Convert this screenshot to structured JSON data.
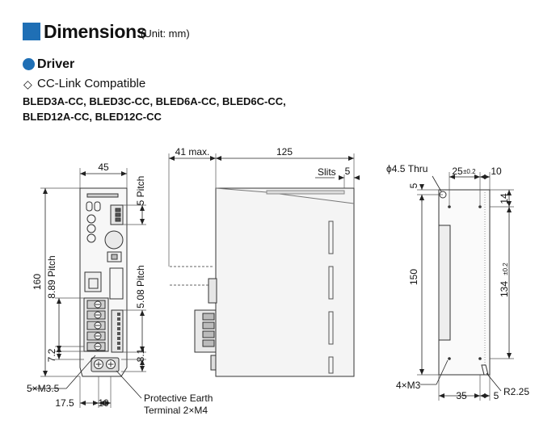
{
  "header": {
    "title": "Dimensions",
    "unit": "(Unit: mm)",
    "subtitle": "Driver",
    "compat_icon": "diamond-outline-icon",
    "compatible": "CC-Link Compatible",
    "models_line1": "BLED3A-CC, BLED3C-CC, BLED6A-CC, BLED6C-CC,",
    "models_line2": "BLED12A-CC, BLED12C-CC"
  },
  "colors": {
    "accent": "#1f6fb5",
    "line": "#333333",
    "body_fill": "#eeeeee",
    "panel_fill": "#d9d9d9"
  },
  "front_view": {
    "width": "45",
    "height": "160",
    "pitch_top": "5 Pitch",
    "pitch_mid": "5.08 Pitch",
    "pitch_left": "8.89 Pitch",
    "dim_7_2": "7.2",
    "dim_8_1": "8.1",
    "screw": "5×M3.5",
    "dim_17_5": "17.5",
    "dim_10": "10",
    "earth_line1": "Protective Earth",
    "earth_line2": "Terminal 2×M4"
  },
  "side_view": {
    "overhang": "41 max.",
    "depth": "125",
    "slits": "Slits",
    "slit_width": "5"
  },
  "mount_view": {
    "hole": "ϕ4.5 Thru",
    "spacing": "25",
    "spacing_tol": "±0.2",
    "edge_right": "10",
    "edge_top": "5",
    "edge_top_right": "14",
    "height": "150",
    "inner_height": "134",
    "inner_height_tol": "±0.2",
    "screw": "4×M3",
    "width": "35",
    "edge_bottom": "5",
    "radius": "R2.25"
  }
}
